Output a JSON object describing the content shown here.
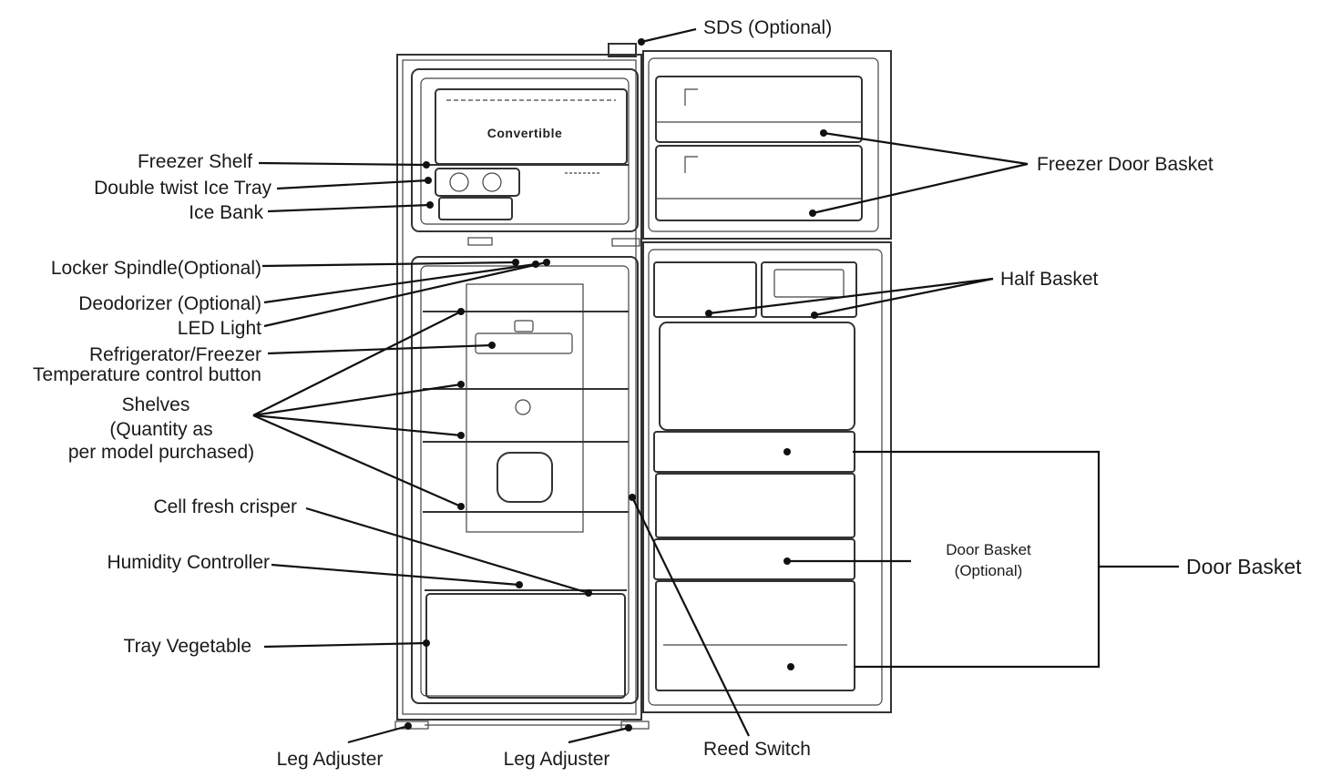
{
  "panel_text": "Convertible",
  "labels": {
    "sds": "SDS (Optional)",
    "freezer_shelf": "Freezer Shelf",
    "ice_tray": "Double twist  Ice Tray",
    "ice_bank": "Ice Bank",
    "locker_spindle": "Locker Spindle(Optional)",
    "deodorizer": "Deodorizer (Optional)",
    "led_light": "LED Light",
    "temp_control_1": "Refrigerator/Freezer",
    "temp_control_2": "Temperature control button",
    "shelves_1": "Shelves",
    "shelves_2": "(Quantity as",
    "shelves_3": "per model purchased)",
    "crisper": "Cell fresh crisper",
    "humidity": "Humidity Controller",
    "tray_vegetable": "Tray Vegetable",
    "leg_adjuster_left": "Leg Adjuster",
    "leg_adjuster_right": "Leg Adjuster",
    "reed_switch": "Reed Switch",
    "freezer_door_basket": "Freezer Door Basket",
    "half_basket": "Half Basket",
    "door_basket_optional_1": "Door Basket",
    "door_basket_optional_2": "(Optional)",
    "door_basket": "Door Basket"
  },
  "colors": {
    "ink": "#1a1a1a",
    "outline": "#333333"
  }
}
